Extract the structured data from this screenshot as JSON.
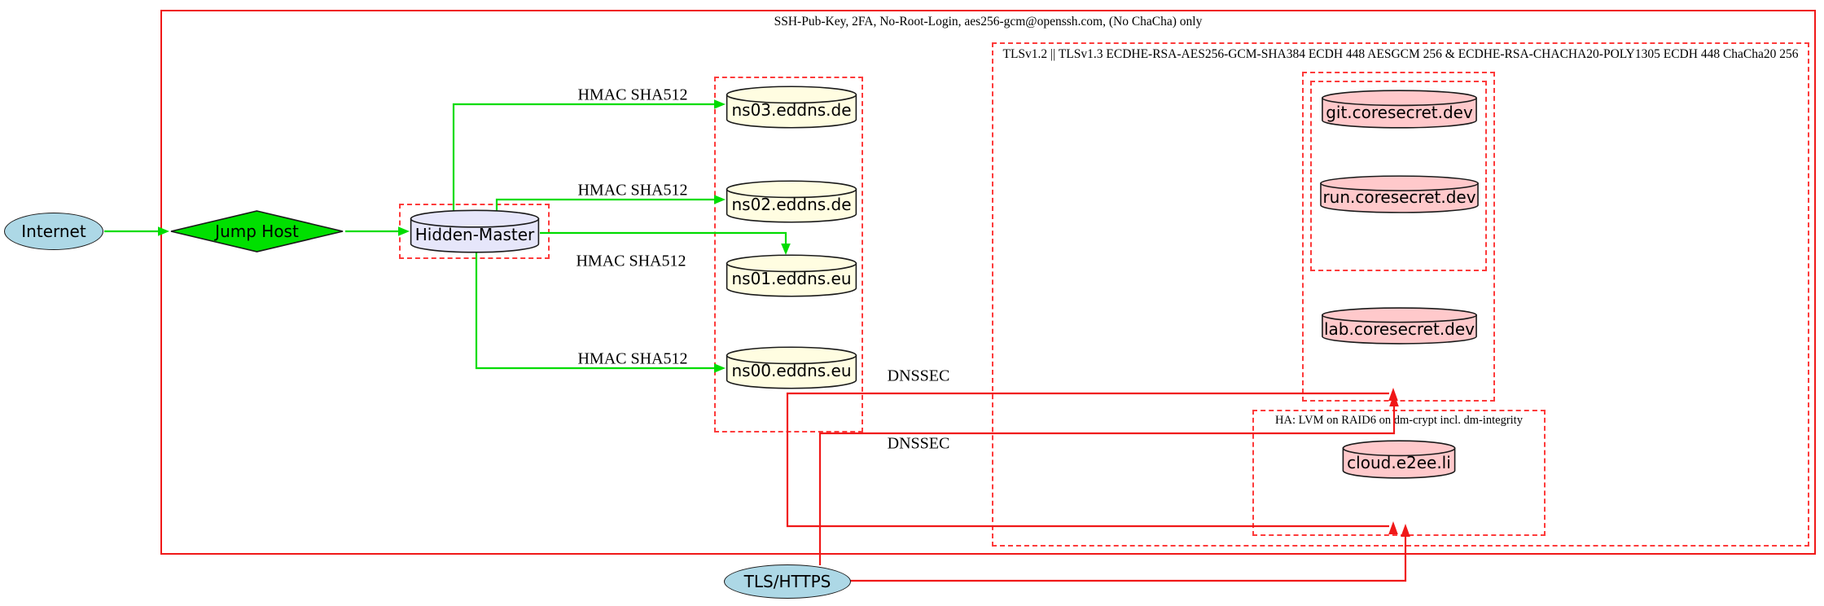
{
  "diagram": {
    "type": "graphviz-network-diagram",
    "colors": {
      "edge_green": "#00dc00",
      "edge_red": "#f01818",
      "cluster_dashed_red": "#fd3b3b",
      "node_lightblue": "#add8e6",
      "node_green": "#00e000",
      "node_lavender": "#e6e6fa",
      "node_lightyellow": "#fffde1",
      "node_pink": "#ffc9cb",
      "outline": "#1a1a1a"
    }
  },
  "clusters": {
    "ssh": {
      "label": "SSH-Pub-Key, 2FA, No-Root-Login, aes256-gcm@openssh.com, (No ChaCha) only"
    },
    "tls": {
      "label": "TLSv1.2 || TLSv1.3 ECDHE-RSA-AES256-GCM-SHA384 ECDH 448 AESGCM 256 & ECDHE-RSA-CHACHA20-POLY1305 ECDH 448 ChaCha20 256"
    },
    "ha": {
      "label": "HA: LVM on RAID6 on dm-crypt incl. dm-integrity"
    }
  },
  "nodes": {
    "internet": {
      "label": "Internet"
    },
    "jump_host": {
      "label": "Jump Host"
    },
    "hidden_master": {
      "label": "Hidden-Master"
    },
    "ns03": {
      "label": "ns03.eddns.de"
    },
    "ns02": {
      "label": "ns02.eddns.de"
    },
    "ns01": {
      "label": "ns01.eddns.eu"
    },
    "ns00": {
      "label": "ns00.eddns.eu"
    },
    "git": {
      "label": "git.coresecret.dev"
    },
    "run": {
      "label": "run.coresecret.dev"
    },
    "lab": {
      "label": "lab.coresecret.dev"
    },
    "cloud": {
      "label": "cloud.e2ee.li"
    },
    "tls_https": {
      "label": "TLS/HTTPS"
    }
  },
  "edge_labels": {
    "hmac_ns03": "HMAC SHA512",
    "hmac_ns02": "HMAC SHA512",
    "hmac_ns01": "HMAC SHA512",
    "hmac_ns00": "HMAC SHA512",
    "dnssec_top": "DNSSEC",
    "dnssec_bottom": "DNSSEC"
  }
}
